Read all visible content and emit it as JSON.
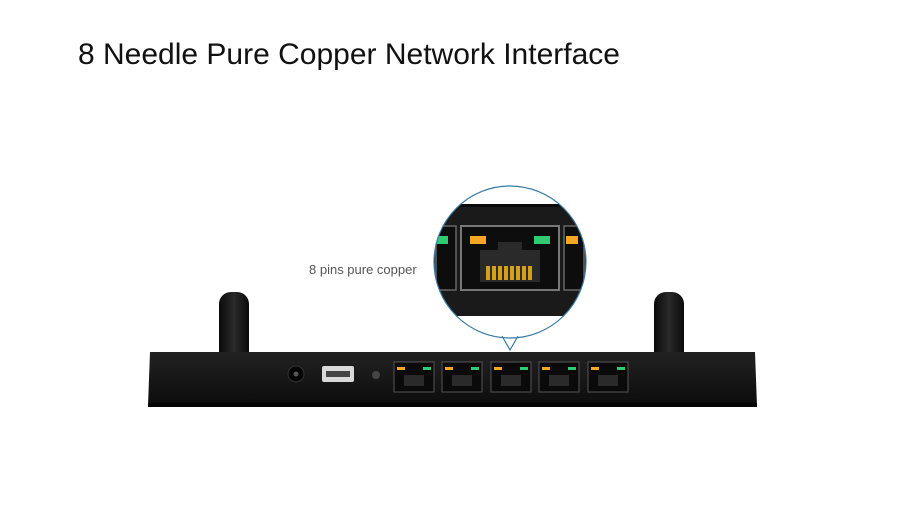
{
  "title": "8 Needle Pure Copper Network Interface",
  "callout_label": "8 pins pure copper",
  "colors": {
    "router_body": "#141414",
    "led_orange": "#f5a623",
    "led_green": "#2ecc71",
    "pin_gold": "#d4a017",
    "magnifier_ring": "#3a7ca5"
  },
  "icons": [
    "antenna-left",
    "antenna-right",
    "dc-power-jack",
    "usb-port",
    "reset-button",
    "ethernet-port"
  ]
}
